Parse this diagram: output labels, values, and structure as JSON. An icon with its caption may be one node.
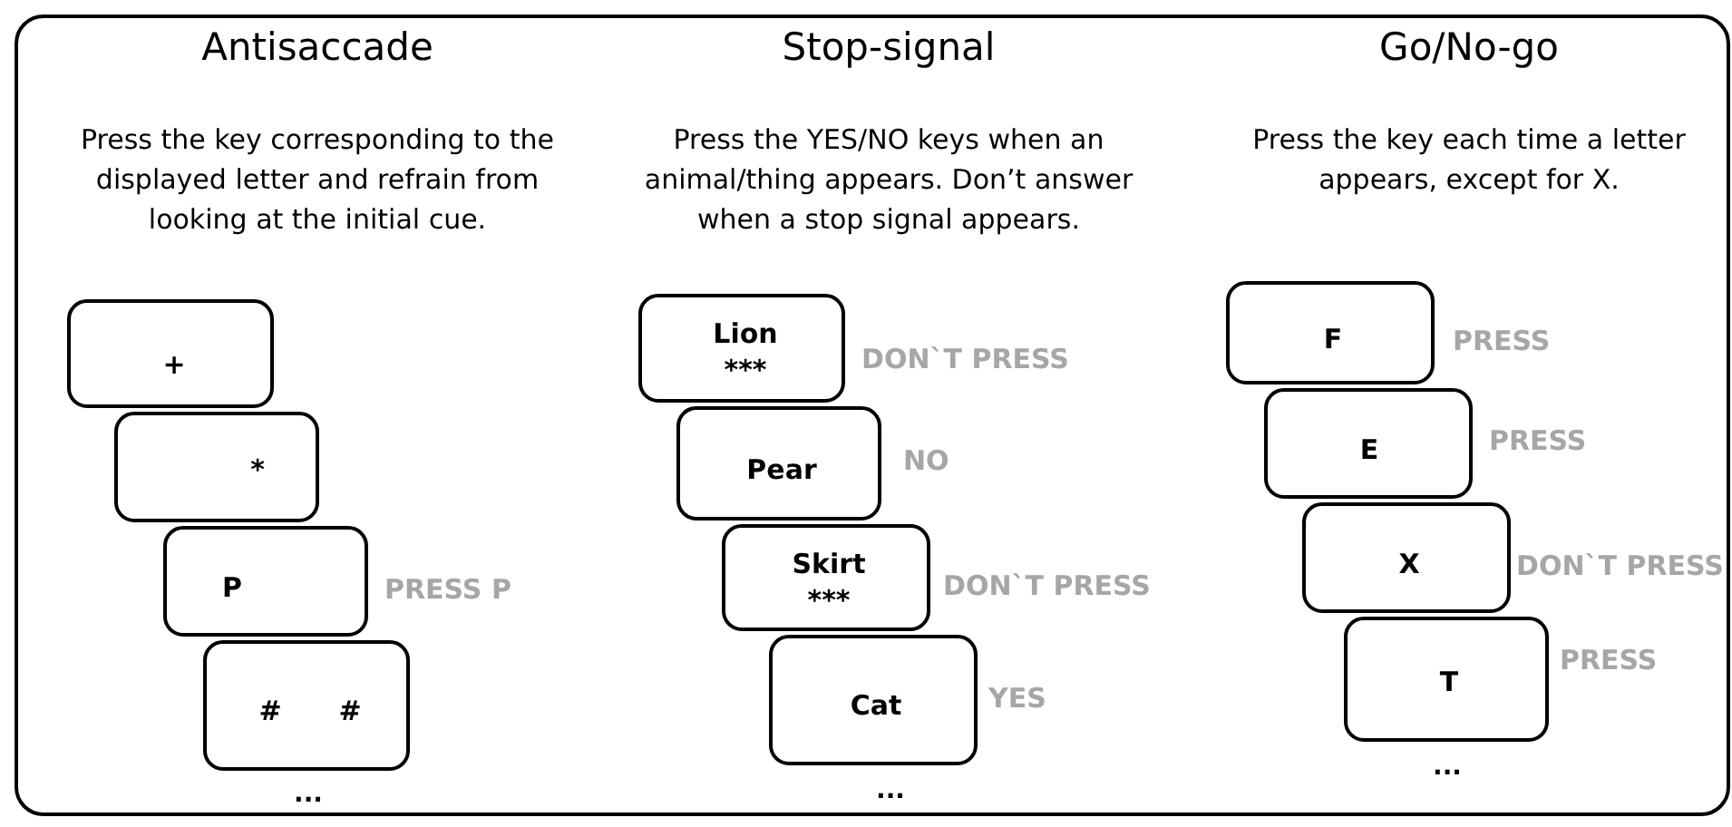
{
  "diagram": {
    "nodes": [
      {
        "text": [
          "+"
        ]
      },
      {
        "text": [
          "*"
        ]
      },
      {
        "text": [
          "P"
        ],
        "beside": [
          "PRESS P"
        ]
      },
      {
        "text": [
          "#",
          "#"
        ]
      },
      {
        "text": [
          "Lion",
          "***"
        ],
        "beside": [
          "DON`T PRESS"
        ]
      },
      {
        "text": [
          "Pear"
        ],
        "beside": [
          "NO"
        ]
      },
      {
        "text": [
          "Skirt",
          "***"
        ],
        "beside": [
          "DON`T PRESS"
        ]
      },
      {
        "text": [
          "Cat"
        ],
        "beside": [
          "YES"
        ]
      },
      {
        "text": [
          "F"
        ],
        "beside": [
          "PRESS"
        ]
      },
      {
        "text": [
          "E"
        ],
        "beside": [
          "PRESS"
        ]
      },
      {
        "text": [
          "X"
        ],
        "beside": [
          "DON`T PRESS"
        ]
      },
      {
        "text": [
          "T"
        ],
        "beside": [
          "PRESS"
        ]
      }
    ],
    "labels": [
      "Antisaccade",
      "Stop-signal",
      "Go/No-go",
      "Press the key corresponding to the displayed letter and refrain from looking at the initial cue.",
      "Press the YES/NO keys when an animal/thing appears. Don’t answer when a stop signal appears.",
      "Press the key each time a letter appears, except for X.",
      "...",
      "...",
      "..."
    ]
  }
}
